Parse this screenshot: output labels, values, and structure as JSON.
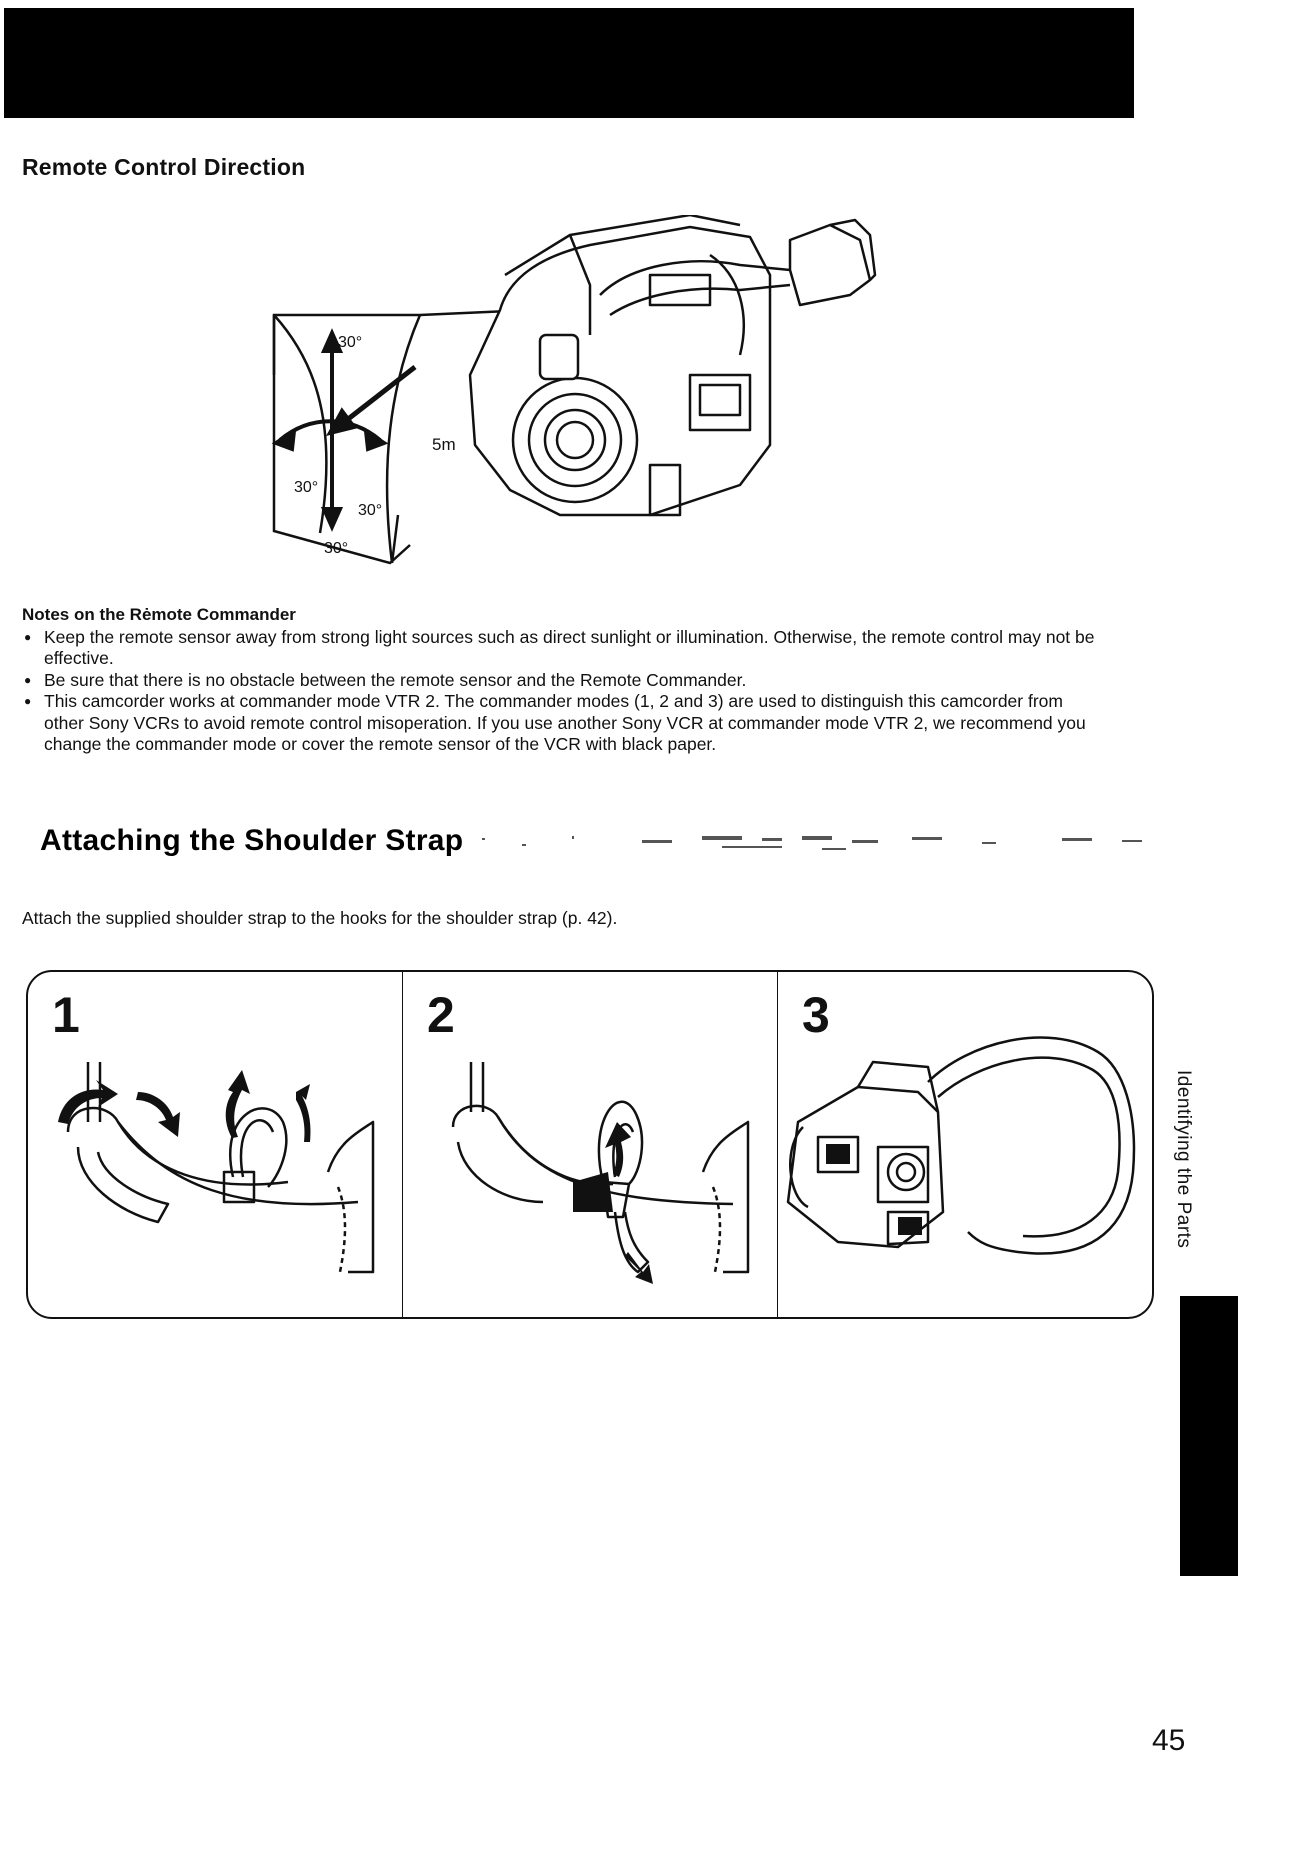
{
  "sections": {
    "remote_title": "Remote Control Direction",
    "strap_title": "Attaching the Shoulder Strap"
  },
  "figure_remote": {
    "angle_labels": [
      "30°",
      "30°",
      "30°",
      "30°"
    ],
    "distance_label": "5m"
  },
  "notes": {
    "title": "Notes on the Rėmote Commander",
    "items": [
      "Keep the remote sensor away from strong light sources such as direct sunlight or illumination. Otherwise, the remote control may not be effective.",
      "Be sure that there is no obstacle between the remote sensor and the Remote Commander.",
      "This camcorder works at commander mode VTR 2. The commander modes (1, 2 and 3) are used to distinguish this camcorder from other Sony VCRs to avoid remote control misoperation. If you use another Sony VCR at commander mode VTR 2, we recommend you change the commander mode or cover the remote sensor of the VCR with black paper."
    ]
  },
  "strap": {
    "intro": "Attach the supplied shoulder strap to the hooks for the shoulder strap (p. 42).",
    "steps": [
      {
        "number": "1"
      },
      {
        "number": "2"
      },
      {
        "number": "3"
      }
    ]
  },
  "side_tab": "Identifying the Parts",
  "page_number": "45",
  "colors": {
    "ink": "#111111",
    "paper": "#ffffff"
  }
}
